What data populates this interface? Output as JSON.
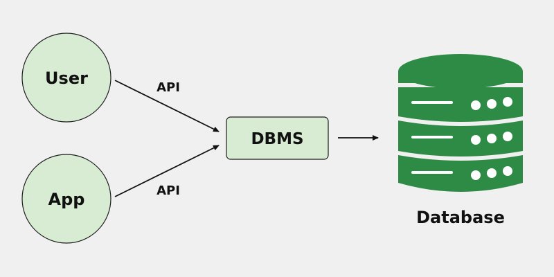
{
  "colors": {
    "background": "#f0f0f0",
    "node_fill": "#d8ecd3",
    "node_stroke": "#1c1c1c",
    "database_green": "#2e8b46",
    "database_highlight": "#ffffff",
    "arrow": "#111111"
  },
  "nodes": {
    "user": {
      "label": "User"
    },
    "app": {
      "label": "App"
    },
    "dbms": {
      "label": "DBMS"
    },
    "database": {
      "label": "Database",
      "icon": "database-server-icon"
    }
  },
  "edges": {
    "user_to_dbms": {
      "label": "API"
    },
    "app_to_dbms": {
      "label": "API"
    },
    "dbms_to_database": {
      "label": ""
    }
  }
}
